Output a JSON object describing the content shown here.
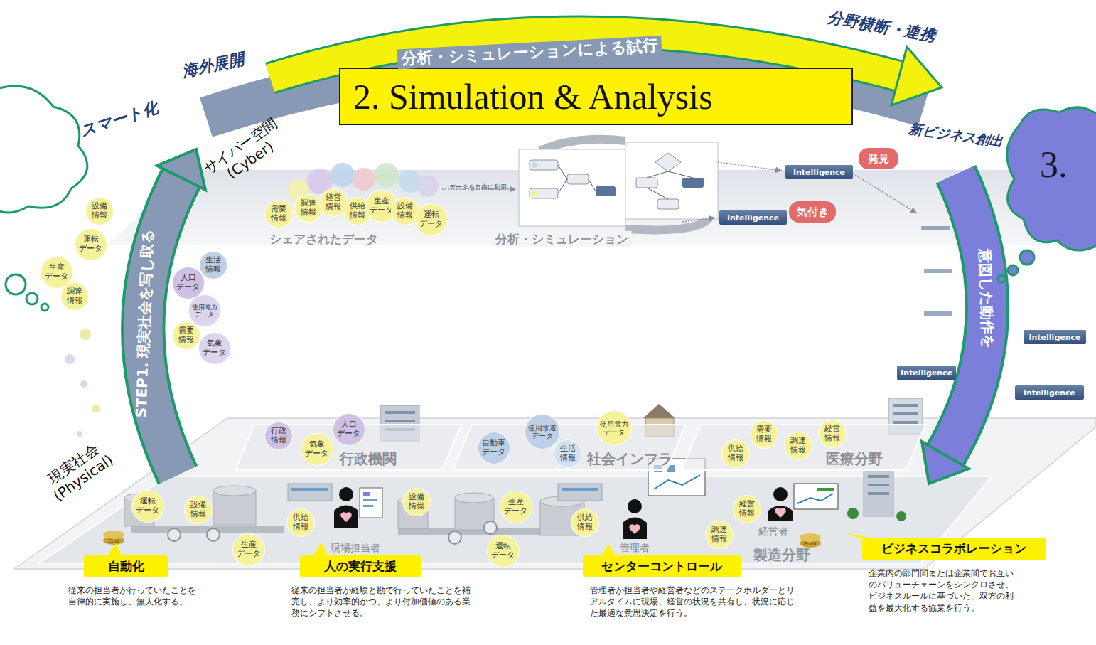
{
  "diagram": {
    "nodes": [
      {
        "text": [
          "2. Simulation & Analysis"
        ]
      },
      {
        "text": [
          "3."
        ]
      },
      {
        "text": [
          "需要情報"
        ]
      },
      {
        "text": [
          "調達情報"
        ]
      },
      {
        "text": [
          "経営情報"
        ]
      },
      {
        "text": [
          "供給情報"
        ]
      },
      {
        "text": [
          "生産データ"
        ]
      },
      {
        "text": [
          "設備情報"
        ]
      },
      {
        "text": [
          "運転データ"
        ]
      },
      {
        "text": [
          "Intelligence"
        ]
      },
      {
        "text": [
          "発見"
        ]
      },
      {
        "text": [
          "Intelligence"
        ]
      },
      {
        "text": [
          "気付き"
        ]
      },
      {
        "text": [
          "設備情報"
        ]
      },
      {
        "text": [
          "運転データ"
        ]
      },
      {
        "text": [
          "生産データ"
        ]
      },
      {
        "text": [
          "調達情報"
        ]
      },
      {
        "text": [
          "生活情報"
        ]
      },
      {
        "text": [
          "人口データ"
        ]
      },
      {
        "text": [
          "使用電力データ"
        ]
      },
      {
        "text": [
          "需要情報"
        ]
      },
      {
        "text": [
          "気象データ"
        ]
      },
      {
        "text": [
          "Intelligence"
        ]
      },
      {
        "text": [
          "Intelligence"
        ]
      },
      {
        "text": [
          "Intelligence"
        ]
      },
      {
        "text": [
          "行政機関"
        ]
      },
      {
        "text": [
          "行政情報"
        ],
        "in": 25
      },
      {
        "text": [
          "気象データ"
        ],
        "in": 25
      },
      {
        "text": [
          "人口データ"
        ],
        "in": 25
      },
      {
        "text": [
          "社会インフラ"
        ]
      },
      {
        "text": [
          "自動車データ"
        ],
        "in": 29
      },
      {
        "text": [
          "使用水道データ"
        ],
        "in": 29
      },
      {
        "text": [
          "生活情報"
        ],
        "in": 29
      },
      {
        "text": [
          "使用電力データ"
        ],
        "in": 29
      },
      {
        "text": [
          "医療分野"
        ]
      },
      {
        "text": [
          "供給情報"
        ],
        "in": 34
      },
      {
        "text": [
          "需要情報"
        ],
        "in": 34
      },
      {
        "text": [
          "調達情報"
        ],
        "in": 34
      },
      {
        "text": [
          "経営情報"
        ],
        "in": 34
      },
      {
        "text": [
          "運転データ"
        ]
      },
      {
        "text": [
          "設備情報"
        ]
      },
      {
        "text": [
          "供給情報"
        ]
      },
      {
        "text": [
          "生産データ"
        ]
      },
      {
        "text": [
          "設備情報"
        ]
      },
      {
        "text": [
          "生産データ"
        ]
      },
      {
        "text": [
          "供給情報"
        ]
      },
      {
        "text": [
          "運転データ"
        ]
      },
      {
        "text": [
          "経営情報"
        ]
      },
      {
        "text": [
          "調達情報"
        ]
      },
      {
        "text": [
          "自動化",
          "従来の担当者が行っていたことを自律的に実施し、無人化する。"
        ]
      },
      {
        "text": [
          "人の実行支援",
          "従来の担当者が経験と勘で行っていたことを補完し、より効率的かつ、より付加価値のある業務にシフトさせる。"
        ]
      },
      {
        "text": [
          "センターコントロール",
          "管理者が担当者や経営者などのステークホルダーとリアルタイムに現場、経営の状況を共有し、状況に応じた最適な意思決定を行う。"
        ]
      },
      {
        "text": [
          "ビジネスコラボレーション",
          "企業内の部門間または企業間でお互いのバリューチェーンをシンクロさせ、ビジネスルールに基づいた、双方の利益を最大化する協業を行う。"
        ]
      }
    ],
    "labels": [
      "海外展開",
      "分析・シミュレーションによる試行",
      "分野横断・連携",
      "スマート化",
      "新ビジネス創出",
      "サイバー空間 (Cyber)",
      "データを自由に利用",
      "シェアされたデータ",
      "分析・シミュレーション",
      "STEP1. 現実社会を写し取る",
      "意図した動作を",
      "現実社会 (Physical)",
      "現場担当者",
      "管理者",
      "経営者",
      "Profit",
      "Cost",
      "製造分野"
    ]
  }
}
